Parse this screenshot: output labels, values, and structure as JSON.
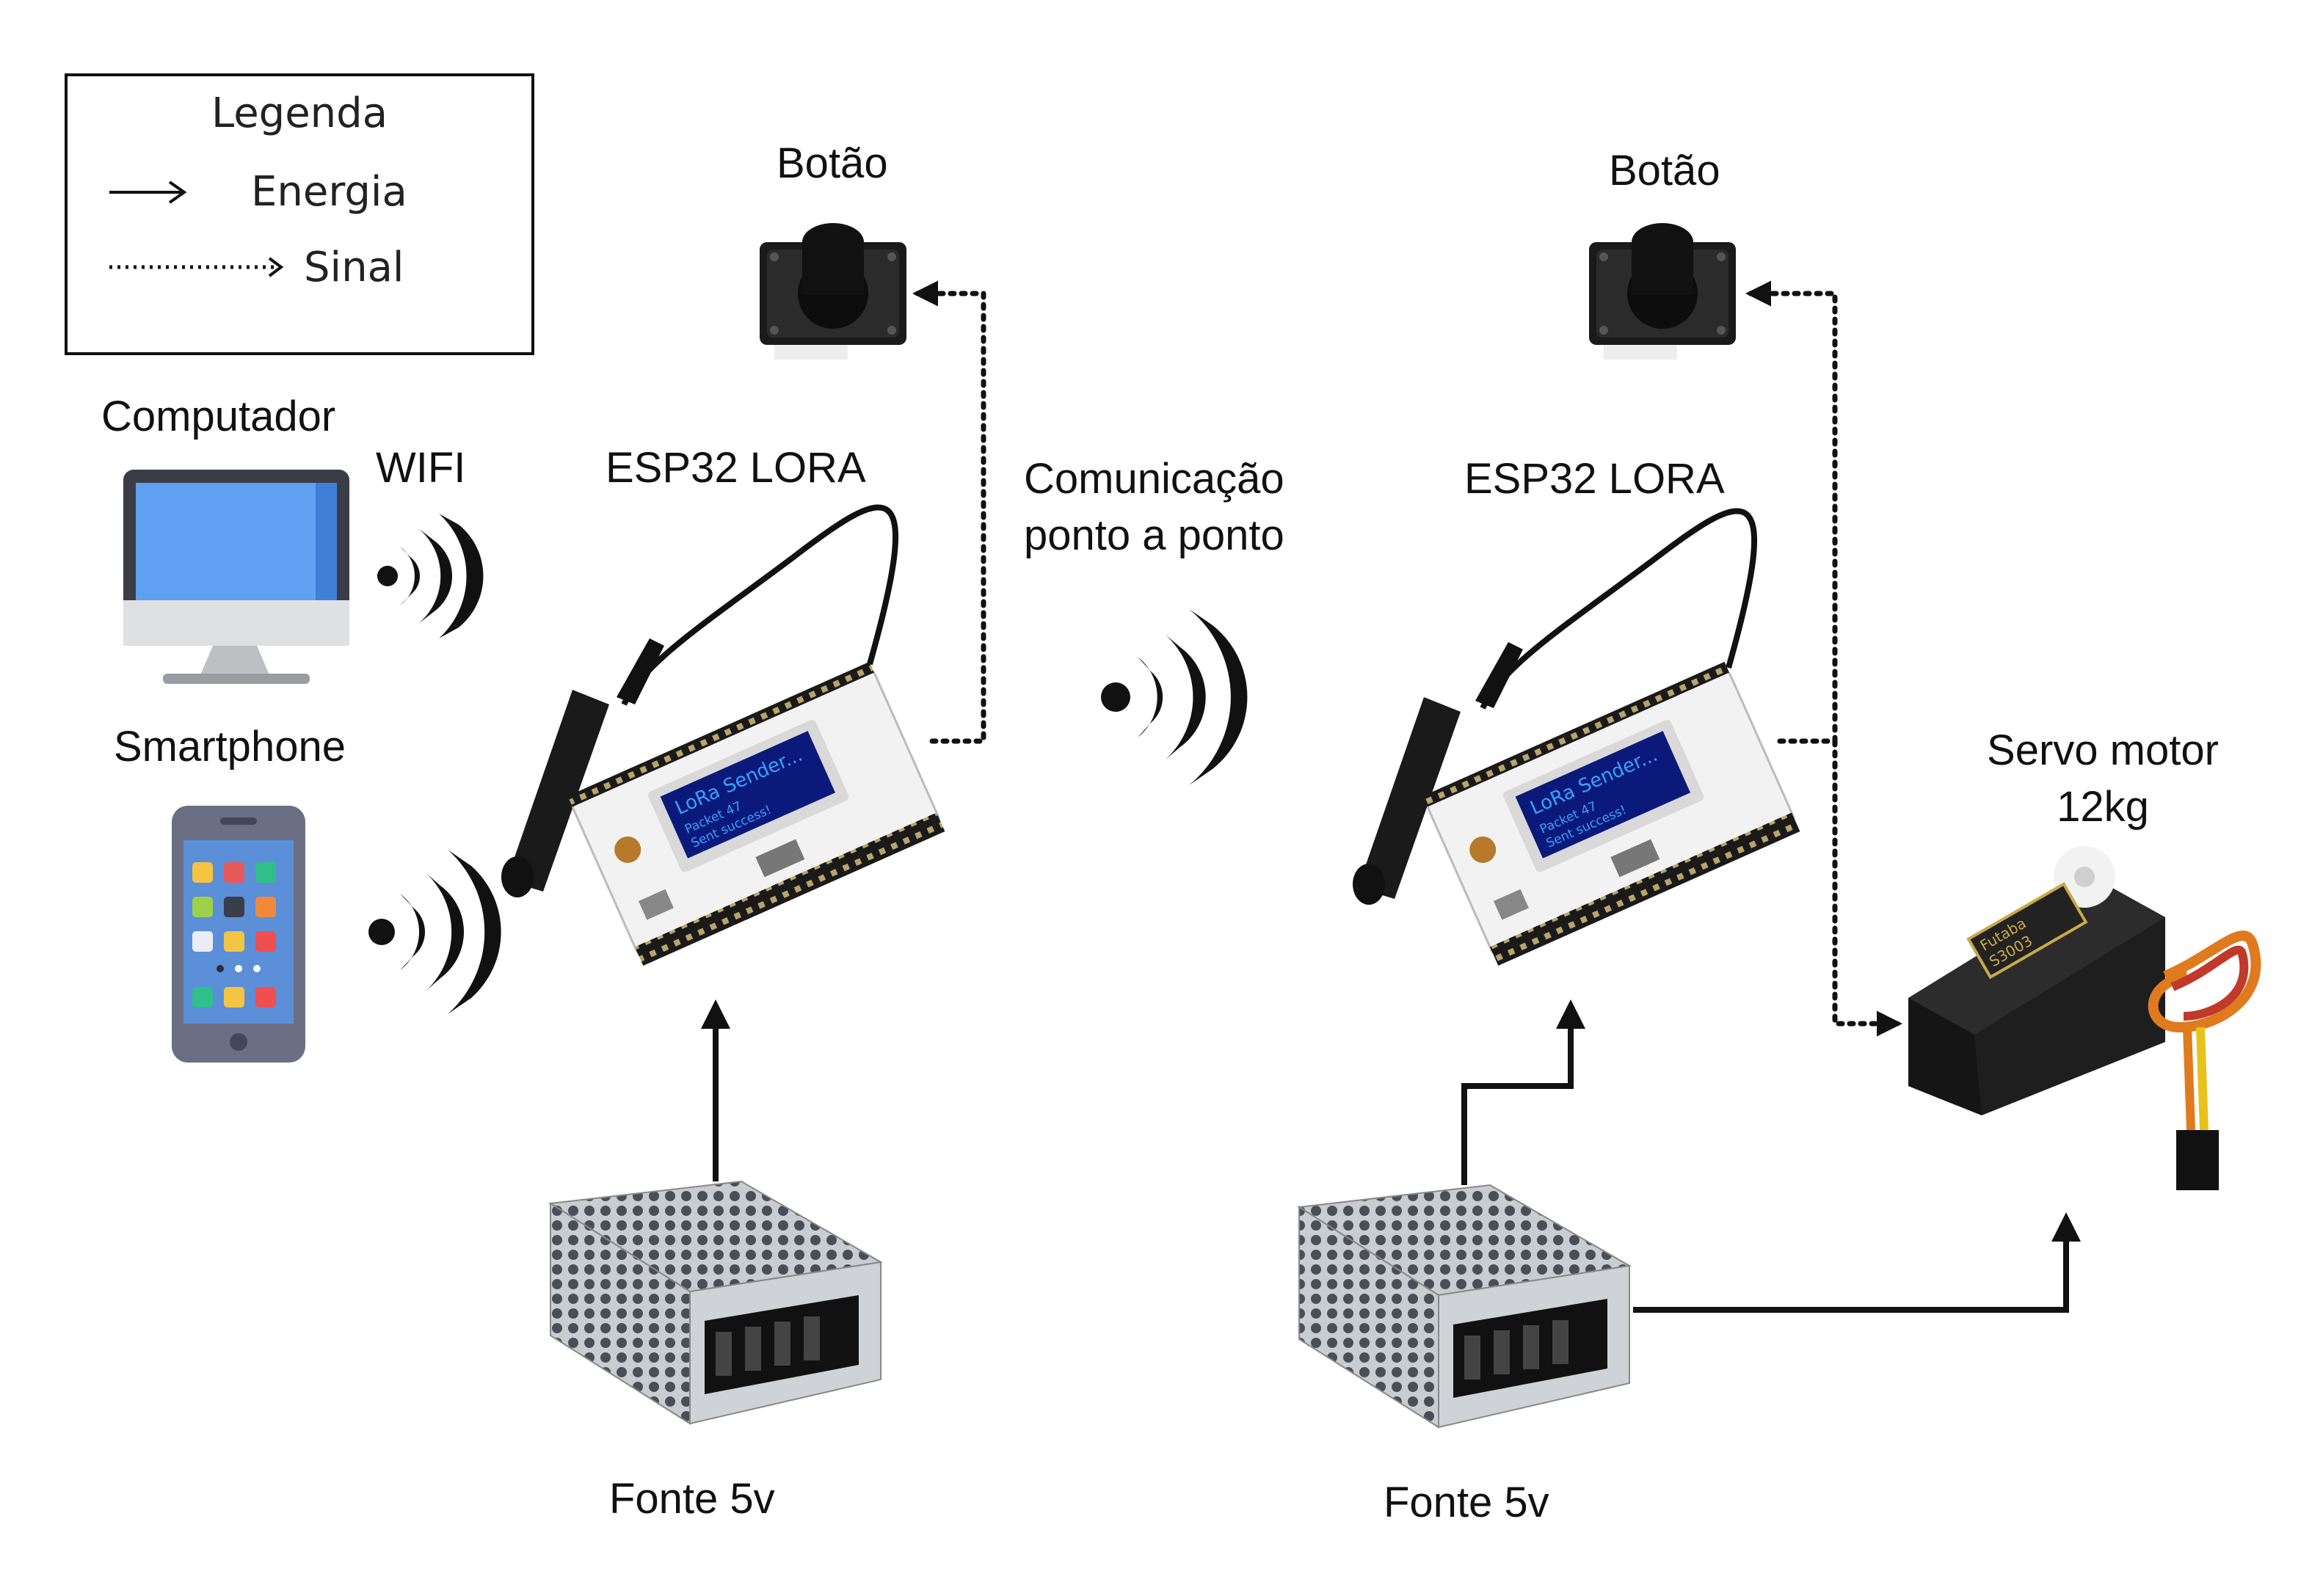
{
  "legend": {
    "title": "Legenda",
    "energy_label": "Energia",
    "signal_label": "Sinal"
  },
  "labels": {
    "computer": "Computador",
    "wifi": "WIFI",
    "smartphone": "Smartphone",
    "esp_left": "ESP32 LORA",
    "esp_right": "ESP32 LORA",
    "button_left": "Botão",
    "button_right": "Botão",
    "comm_line1": "Comunicação",
    "comm_line2": "ponto a ponto",
    "servo_line1": "Servo motor",
    "servo_line2": "12kg",
    "psu_left": "Fonte 5v",
    "psu_right": "Fonte 5v"
  },
  "board_screen": {
    "title": "LoRa Sender...",
    "line1": "Packet 47",
    "line2": "Sent success!"
  },
  "servo_brand": "Futaba",
  "servo_model": "S3003",
  "colors": {
    "line": "#111111",
    "monitor_screen": "#5fa0f2",
    "phone_body": "#6b6f83",
    "board_screen": "#0b1a7a",
    "board_text": "#3aa0ff",
    "servo_body": "#1e1e1e"
  }
}
